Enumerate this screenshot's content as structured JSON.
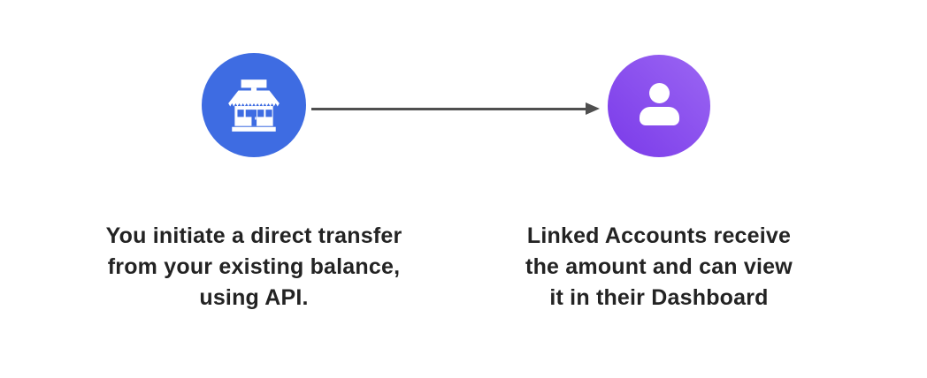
{
  "diagram": {
    "left": {
      "icon": "storefront-icon",
      "circle_color": "#3e6ce2",
      "caption_lines": {
        "0": "You initiate a direct transfer",
        "1": "from your existing balance,",
        "2": "using API."
      }
    },
    "arrow": {
      "icon": "right-arrow-icon",
      "color": "#4f4f4f",
      "direction": "left-to-right"
    },
    "right": {
      "icon": "person-icon",
      "circle_gradient_start": "#9b66f3",
      "circle_gradient_end": "#7a3ae9",
      "caption_lines": {
        "0": "Linked Accounts receive",
        "1": "the amount and can view",
        "2": "it in their Dashboard"
      }
    },
    "text_color": "#232323",
    "background_color": "#ffffff"
  }
}
